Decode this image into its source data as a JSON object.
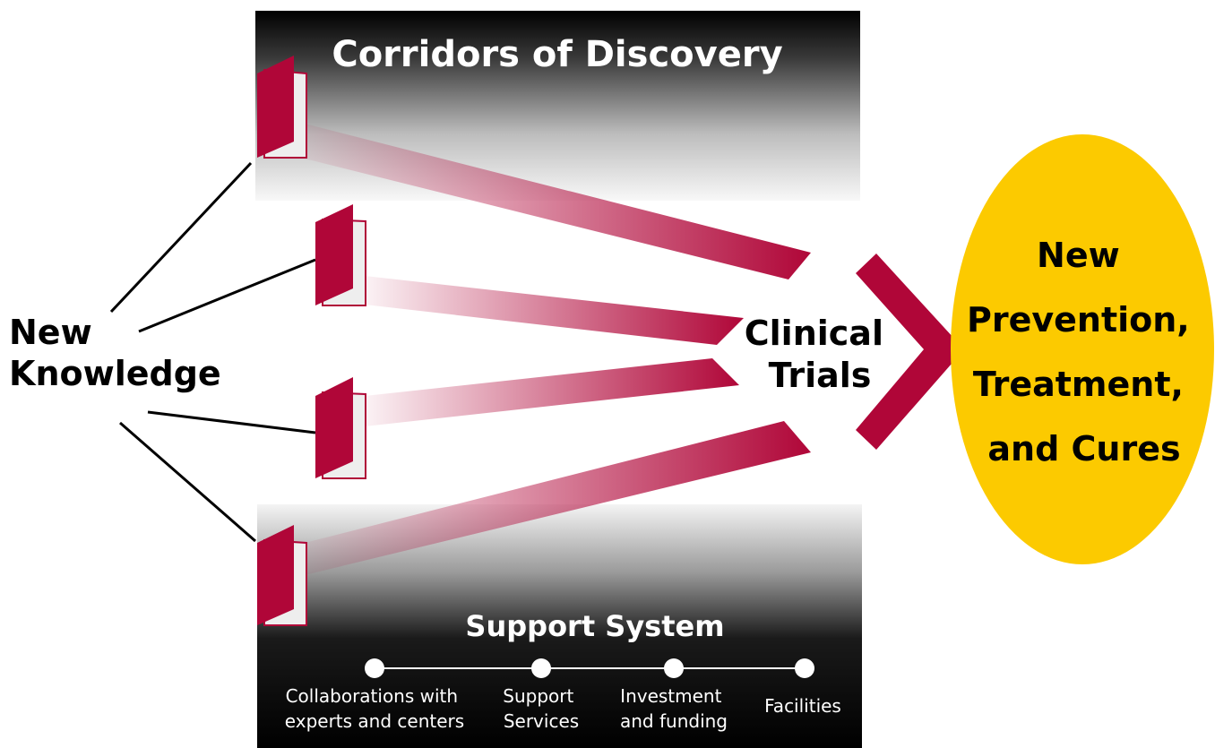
{
  "top_panel": {
    "title": "Corridors of Discovery"
  },
  "source": {
    "line1": "New",
    "line2": "Knowledge"
  },
  "convergence": {
    "line1": "Clinical",
    "line2": "Trials"
  },
  "outcome": {
    "line1": "New",
    "line2": "Prevention,",
    "line3": "Treatment,",
    "line4": "and Cures"
  },
  "bottom_panel": {
    "title": "Support System",
    "items": [
      {
        "line1": "Collaborations with",
        "line2": "experts and centers"
      },
      {
        "line1": "Support",
        "line2": "Services"
      },
      {
        "line1": "Investment",
        "line2": "and funding"
      },
      {
        "line1": "Facilities",
        "line2": ""
      }
    ]
  },
  "colors": {
    "crimson": "#b00638",
    "yellow": "#fcca00",
    "panel_dark": "#000000",
    "panel_light": "#ffffff"
  },
  "icons": [
    "book-icon",
    "chevron-right-icon"
  ]
}
